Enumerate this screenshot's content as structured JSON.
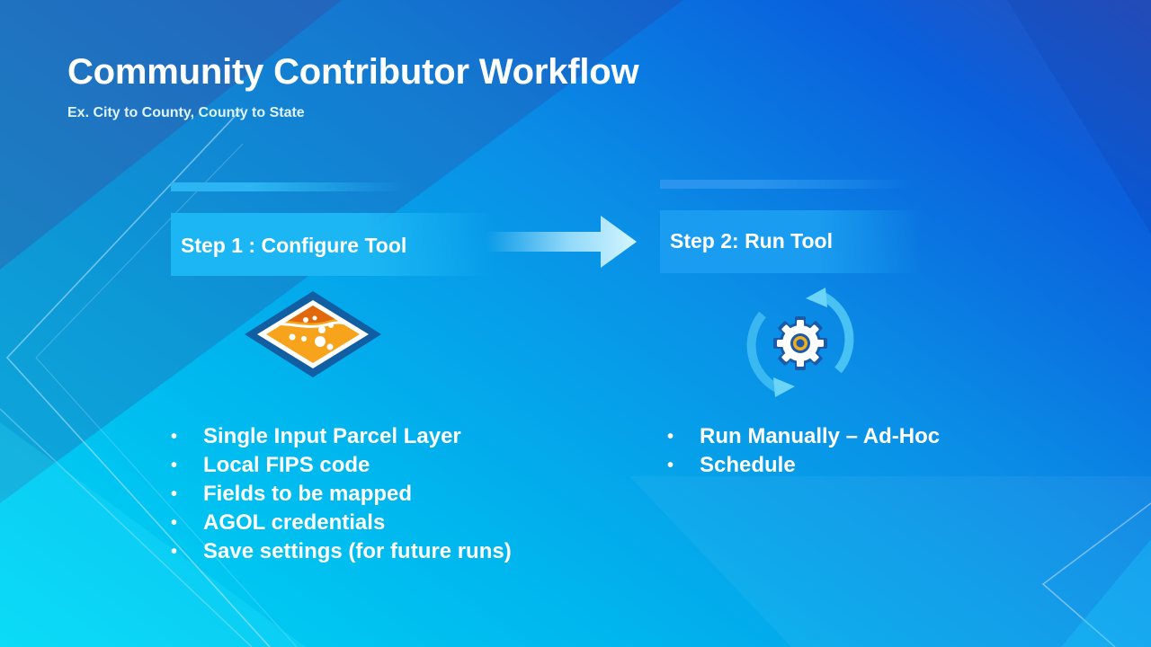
{
  "slide": {
    "title": "Community Contributor Workflow",
    "subtitle": "Ex. City to County, County to State"
  },
  "steps": [
    {
      "label": "Step 1 : Configure Tool",
      "icon": "parcel-map-tool-icon",
      "bullets": [
        "Single Input Parcel Layer",
        "Local FIPS code",
        "Fields to be mapped",
        "AGOL credentials",
        "Save settings (for future runs)"
      ]
    },
    {
      "label": "Step 2: Run Tool",
      "icon": "gear-cycle-icon",
      "bullets": [
        "Run Manually – Ad-Hoc",
        "Schedule"
      ]
    }
  ],
  "bullet_symbol": "•",
  "colors": {
    "map_icon_orange": "#f7a31c",
    "map_icon_dark_orange": "#e2680c",
    "map_icon_outline": "#125ea3",
    "gear_blue": "#1a5aa8",
    "gear_ring": "#f0ad1f"
  }
}
